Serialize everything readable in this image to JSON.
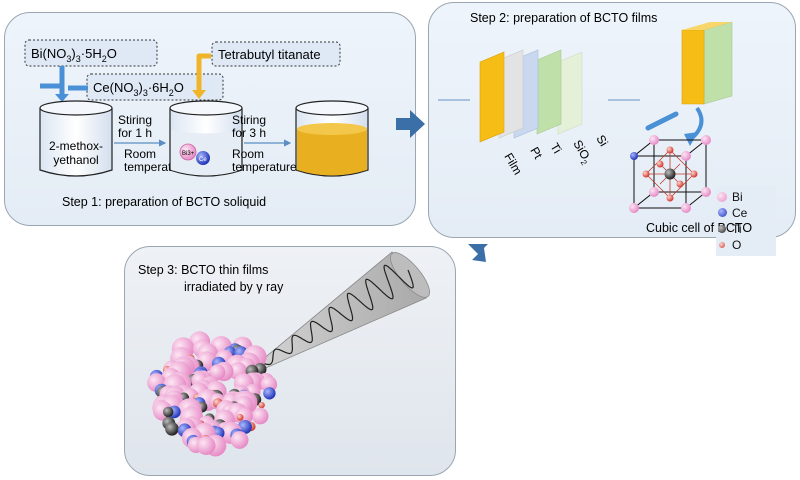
{
  "step1": {
    "caption": "Step 1: preparation of BCTO soliquid",
    "reagent_bi": [
      "Bi(NO",
      "3",
      ")",
      "3",
      "·5H",
      "2",
      "O"
    ],
    "reagent_ce": [
      "Ce(NO",
      "3",
      ")",
      "3",
      "·6H",
      "2",
      "O"
    ],
    "reagent_ti": "Tetrabutyl titanate",
    "solvent_line1": "2-methox-",
    "solvent_line2": "yethanol",
    "stir1_line1": "Stiring",
    "stir1_line2": "for 1 h",
    "temp1_line1": "Room",
    "temp1_line2": "temperature",
    "stir2_line1": "Stiring",
    "stir2_line2": "for 3 h",
    "temp2_line1": "Room",
    "temp2_line2": "temperature",
    "ion_bi": "Bi3+",
    "ion_ce": "Ce"
  },
  "step2": {
    "caption": "Step 2: preparation of BCTO films",
    "layers": [
      "Film",
      "Pt",
      "Ti",
      "SiO",
      "Si"
    ],
    "layer_sio_sub": "2",
    "cell_caption": "Cubic cell of BCTO",
    "legend": [
      {
        "label": "Bi",
        "color": "#f2a8d6"
      },
      {
        "label": "Ce",
        "color": "#3b4fd6"
      },
      {
        "label": "Ti",
        "color": "#333333"
      },
      {
        "label": "O",
        "color": "#e0463c"
      }
    ]
  },
  "step3": {
    "caption_line1": "Step 3: BCTO thin films",
    "caption_line2": "irradiated by γ ray"
  },
  "colors": {
    "film": "#f6bd16",
    "pt": "#e3e3e3",
    "ti": "#c9d8ee",
    "sio2": "#bfe0a8",
    "si": "#e4f0d8",
    "arrow": "#3a6fa8",
    "solution": "#e8b021"
  }
}
